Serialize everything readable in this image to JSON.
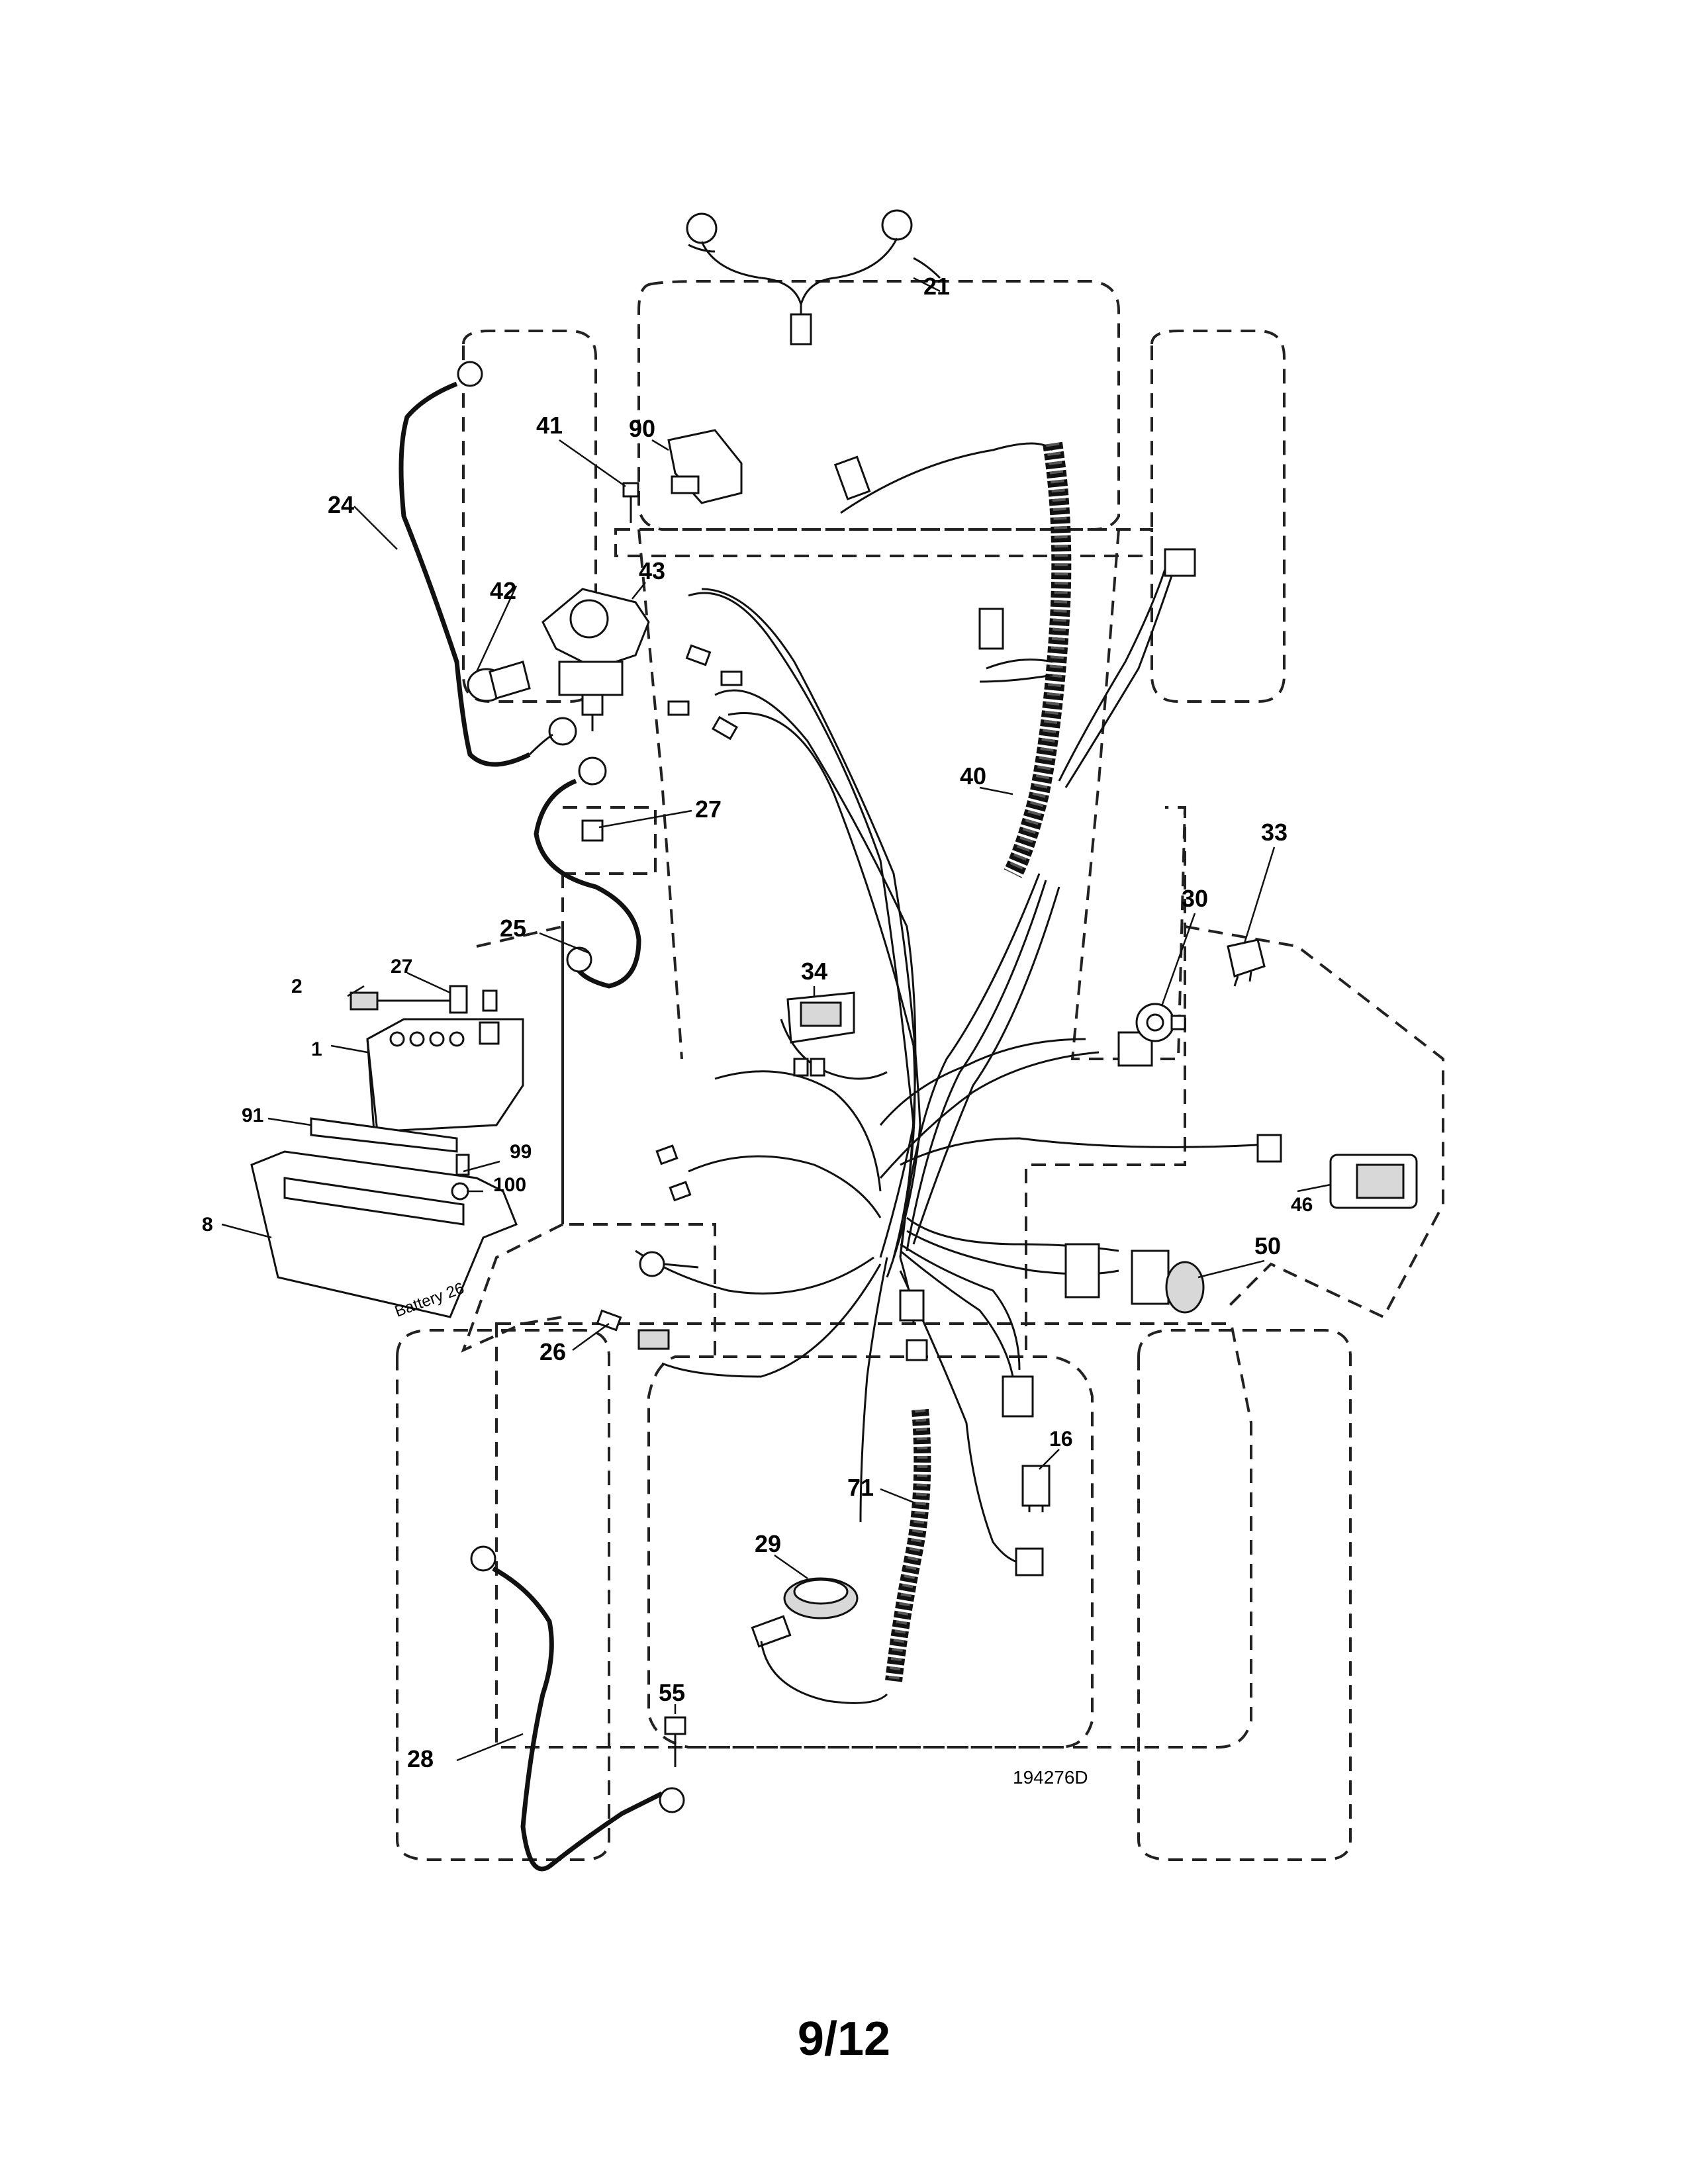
{
  "diagram": {
    "drawing_number": "194276D",
    "page_number": "9/12",
    "battery_label": "Battery 26",
    "callouts": [
      "1",
      "2",
      "8",
      "16",
      "21",
      "24",
      "25",
      "26",
      "27",
      "27",
      "28",
      "29",
      "30",
      "33",
      "34",
      "40",
      "41",
      "42",
      "43",
      "46",
      "50",
      "55",
      "71",
      "90",
      "91",
      "99",
      "100"
    ]
  }
}
